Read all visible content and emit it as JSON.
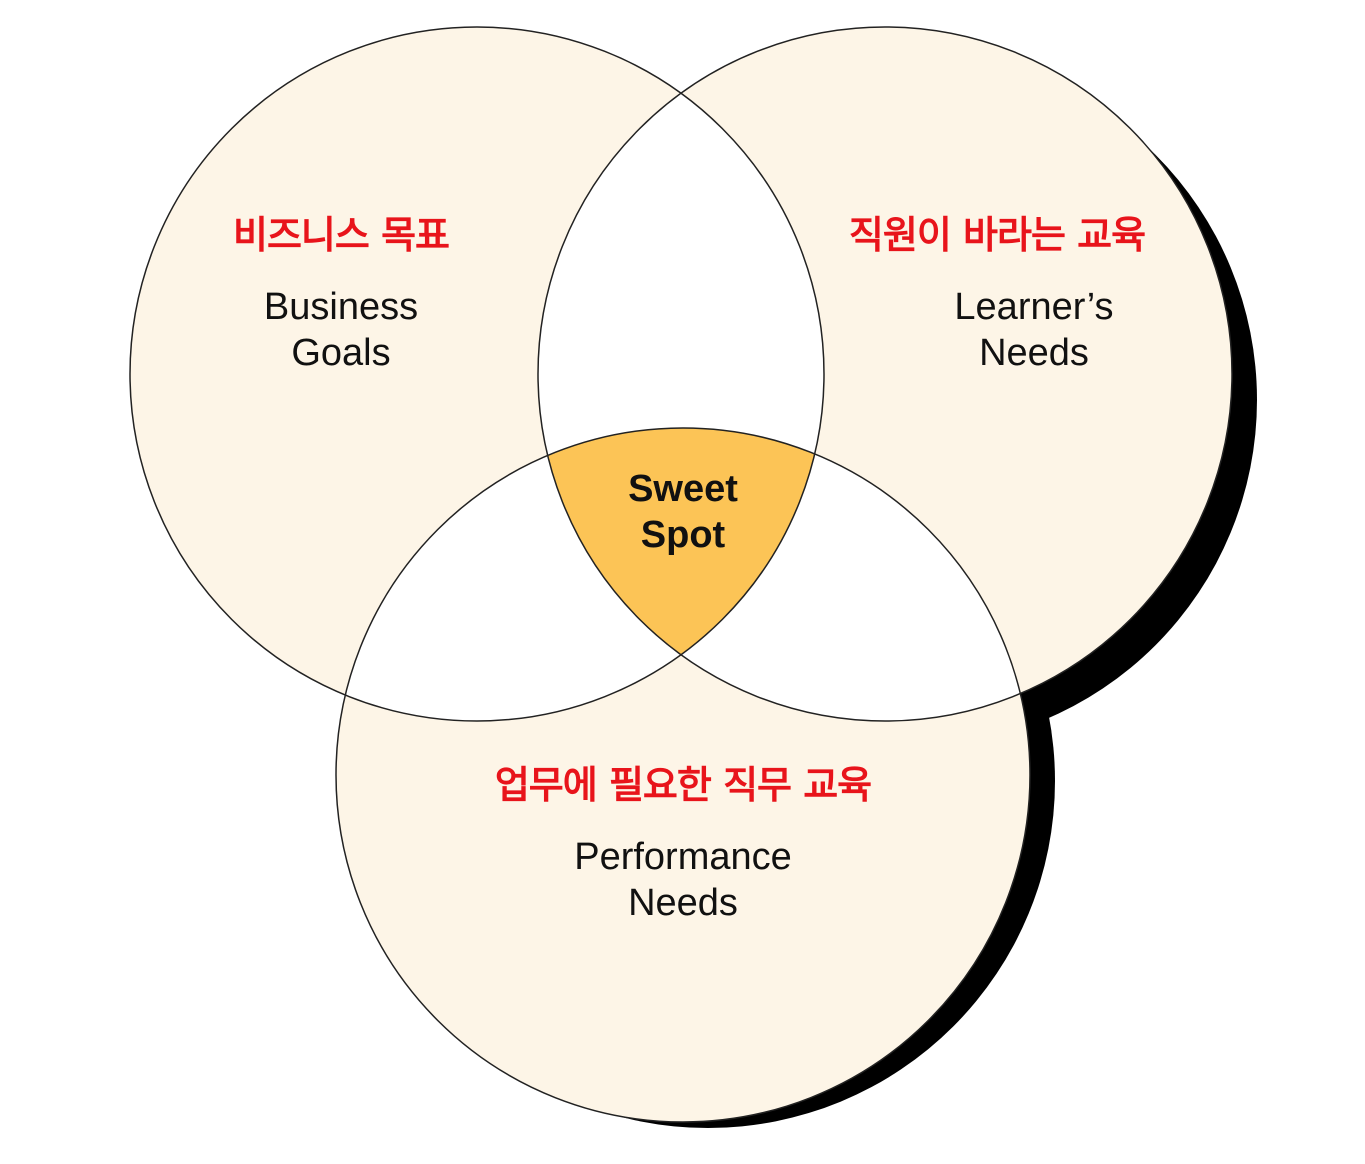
{
  "colors": {
    "circle_fill": "#fdf5e7",
    "overlap_fill": "#ffffff",
    "sweet_spot_fill": "#fcc456",
    "outline": "#222222",
    "shadow": "#000000",
    "korean_text": "#e8141b",
    "english_text": "#111111"
  },
  "sets": [
    {
      "id": "business",
      "korean_label": "비즈니스 목표",
      "english_label_lines": [
        "Business",
        "Goals"
      ]
    },
    {
      "id": "learner",
      "korean_label": "직원이 바라는 교육",
      "english_label_lines": [
        "Learner’s",
        "Needs"
      ]
    },
    {
      "id": "performance",
      "korean_label": "업무에 필요한 직무 교육",
      "english_label_lines": [
        "Performance",
        "Needs"
      ]
    }
  ],
  "intersection": {
    "label_lines": [
      "Sweet",
      "Spot"
    ]
  }
}
